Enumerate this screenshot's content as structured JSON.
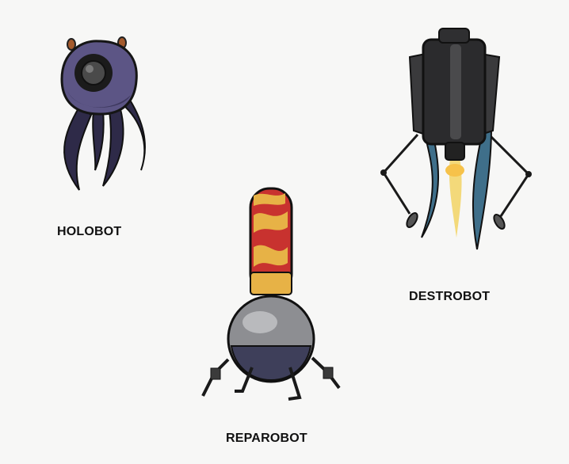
{
  "robots": [
    {
      "name": "HOLOBOT"
    },
    {
      "name": "DESTROBOT"
    },
    {
      "name": "REPAROBOT"
    }
  ],
  "colors": {
    "background": "#f7f7f6",
    "holobot_body": "#5c5585",
    "holobot_tentacle": "#2e2a48",
    "destrobot_body": "#2b2b2d",
    "destrobot_tentacle": "#3f6f8a",
    "reparobot_tube": "#c8322f",
    "reparobot_tube_highlight": "#e7b246",
    "reparobot_sphere": "#8d8e92",
    "reparobot_base": "#3e3f5a",
    "label_text": "#111111"
  }
}
